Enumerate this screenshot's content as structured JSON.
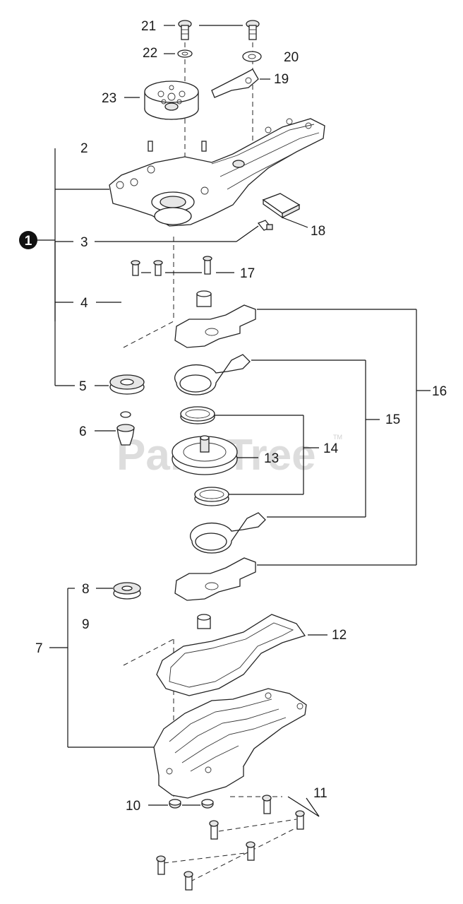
{
  "watermark": {
    "text": "PartsTree",
    "tm": "TM"
  },
  "assembly_badge": "1",
  "callouts": {
    "n2": "2",
    "n3": "3",
    "n4": "4",
    "n5": "5",
    "n6": "6",
    "n7": "7",
    "n8": "8",
    "n9": "9",
    "n10": "10",
    "n11": "11",
    "n12": "12",
    "n13": "13",
    "n14": "14",
    "n15": "15",
    "n16": "16",
    "n17": "17",
    "n18": "18",
    "n19": "19",
    "n20": "20",
    "n21": "21",
    "n22": "22",
    "n23": "23"
  }
}
